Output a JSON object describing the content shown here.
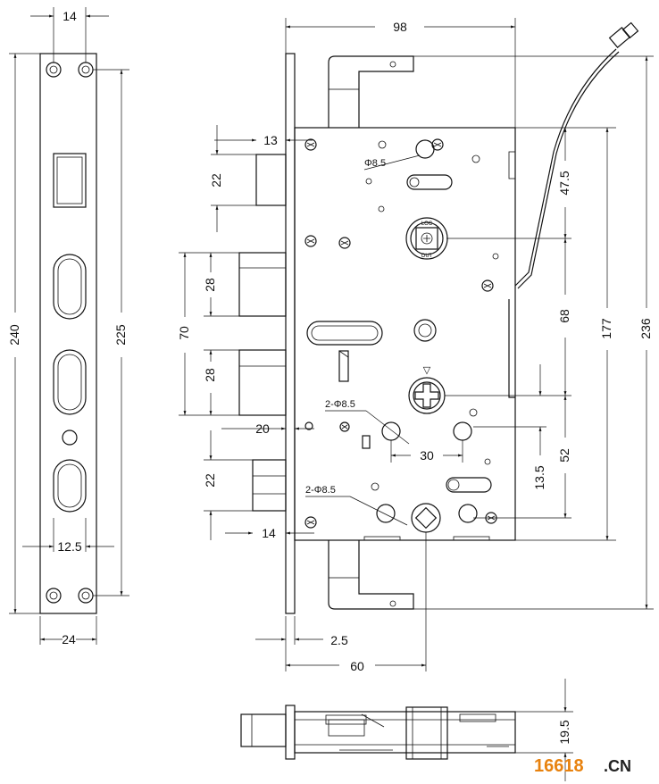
{
  "faceplate": {
    "dim_top_spacing": "14",
    "dim_total_height": "240",
    "dim_hole_spacing": "225",
    "dim_slot_offset": "12.5",
    "dim_width": "24"
  },
  "lockbody": {
    "dim_width": "98",
    "dim_deadbolt_offset": "13",
    "dim_deadbolt_height": "22",
    "dim_latch_height_a": "28",
    "dim_latch_span": "70",
    "dim_latch_height_b": "28",
    "dim_bolt_offset": "20",
    "dim_bottom_bolt_height": "22",
    "dim_bottom_bolt_offset": "14",
    "hole_upper": "Φ8.5",
    "hole_middle": "2-Φ8.5",
    "hole_lower": "2-Φ8.5",
    "dim_middle_spacing": "30",
    "dim_right_47": "47.5",
    "dim_right_68": "68",
    "dim_right_52": "52",
    "dim_right_13": "13.5",
    "dim_total_177": "177",
    "dim_total_236": "236",
    "dim_plate_thickness": "2.5",
    "dim_backset": "60",
    "cylinder_lock": "LOC",
    "cylinder_out": "OUT",
    "triangle_mark": "▽"
  },
  "sideview": {
    "dim_thickness": "19.5"
  },
  "watermark": {
    "number": "16618",
    "suffix": ".CN"
  },
  "colors": {
    "watermark_number": "#e8820e",
    "watermark_suffix": "#222222"
  }
}
